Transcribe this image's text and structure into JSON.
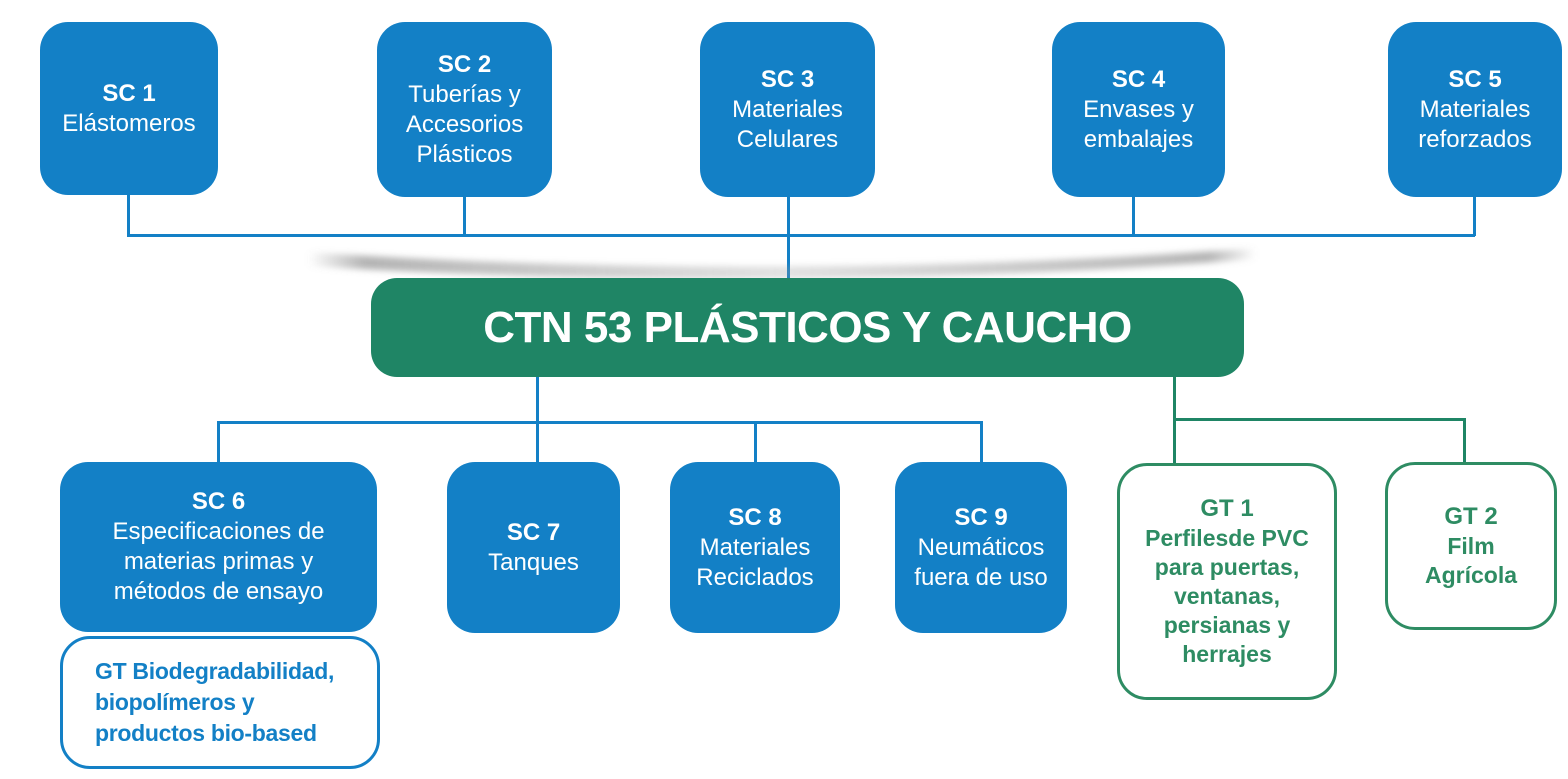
{
  "palette": {
    "blue": "#1380c6",
    "green": "#1f8565",
    "gtgreen": "#2e8c63",
    "shadow": "#8a8a8a"
  },
  "root_node": {
    "label": "CTN 53 PLÁSTICOS Y CAUCHO"
  },
  "subcommittees_top": [
    {
      "code": "SC 1",
      "name": "Elástomeros"
    },
    {
      "code": "SC 2",
      "name": "Tuberías y\nAccesorios\nPlásticos"
    },
    {
      "code": "SC 3",
      "name": "Materiales\nCelulares"
    },
    {
      "code": "SC 4",
      "name": "Envases y\nembalajes"
    },
    {
      "code": "SC 5",
      "name": "Materiales\nreforzados"
    }
  ],
  "subcommittees_bottom": [
    {
      "code": "SC 6",
      "name": "Especificaciones de\nmaterias primas y\nmétodos de ensayo"
    },
    {
      "code": "SC 7",
      "name": "Tanques"
    },
    {
      "code": "SC 8",
      "name": "Materiales\nReciclados"
    },
    {
      "code": "SC 9",
      "name": "Neumáticos\nfuera de uso"
    }
  ],
  "working_groups": [
    {
      "code": "",
      "name": "GT Biodegradabilidad,\nbiopolímeros y\nproductos bio-based"
    },
    {
      "code": "GT 1",
      "name": "Perfilesde PVC\npara puertas,\nventanas,\npersianas y\nherrajes"
    },
    {
      "code": "GT 2",
      "name": "Film\nAgrícola"
    }
  ]
}
